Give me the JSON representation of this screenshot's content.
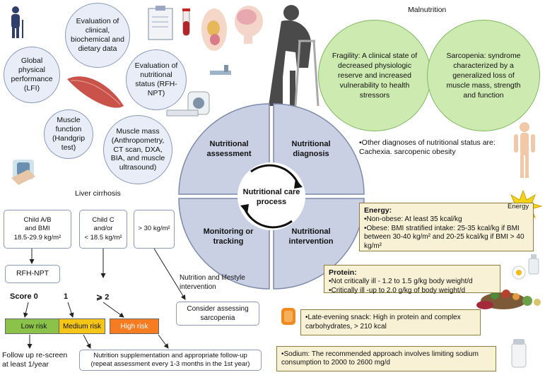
{
  "assessment_bubbles": {
    "evaluation_clinical": "Evaluation of clinical, biochemical and dietary data",
    "global_physical": "Global physical performance (LFI)",
    "evaluation_nutritional": "Evaluation of nutritional status (RFH-NPT)",
    "muscle_function": "Muscle function (Handgrip test)",
    "muscle_mass": "Muscle mass (Anthropometry, CT scan, DXA, BIA, and muscle ultrasound)"
  },
  "malnutrition": {
    "title": "Malnutrition",
    "fragility": "Fragility: A clinical state of decreased physiologic reserve and increased vulnerability to health stressors",
    "sarcopenia": "Sarcopenia: syndrome characterized by a generalized loss of muscle mass, strength and function",
    "other_diagnoses": "•Other diagnoses of nutritional status are: Cachexia. sarcopenic obesity"
  },
  "quadrants": {
    "assessment": "Nutritional assessment",
    "diagnosis": "Nutritional diagnosis",
    "monitoring": "Monitoring or tracking",
    "intervention": "Nutritional intervention",
    "center": "Nutritional care process"
  },
  "cirrhosis": {
    "title": "Liver cirrhosis",
    "box_ab_line1": "Child A/B",
    "box_ab_line2": "and BMI",
    "box_ab_line3": "18.5-29.9 kg/m²",
    "box_c_line1": "Child C",
    "box_c_line2": "and/or",
    "box_c_line3": "< 18.5 kg/m²",
    "box_30": "> 30 kg/m²",
    "rfh": "RFH-NPT",
    "score0": "Score 0",
    "score1": "1",
    "score2": "⩾ 2",
    "low": "Low risk",
    "medium": "Medium risk",
    "high": "High risk",
    "follow_line1": "Follow up re-screen",
    "follow_line2": "at least 1/year",
    "supplement_line1": "Nutrition supplementation and appropriate follow-up",
    "supplement_line2": "(repeat assessment every 1-3 months in the 1st year)",
    "lifestyle": "Nutrition and lifestyle intervention",
    "consider": "Consider assessing sarcopenia"
  },
  "energy": {
    "badge": "Energy",
    "title": "Energy:",
    "line1": "•Non-obese: At least 35 kcal/kg",
    "line2": "•Obese: BMI stratified intake: 25-35 kcal/kg if BMI between 30-40 kg/m² and 20-25 kcal/kg if BMI > 40 kg/m²"
  },
  "protein": {
    "title": "Protein:",
    "line1": "•Not critically ill - 1.2 to 1.5 g/kg body weight/d",
    "line2": "•Critically ill -up to 2.0 g/kg of body weight/d"
  },
  "snack": "•Late-evening snack: High in protein and complex carbohydrates, > 210 kcal",
  "sodium": "•Sodium: The recommended approach involves limiting sodium consumption to 2000 to 2600 mg/d",
  "colors": {
    "low": "#8bc34a",
    "medium": "#f5c518",
    "high": "#f57c20",
    "quadrant": "#c9d0e4",
    "green_circle": "#cdeab0",
    "yellow_box": "#f8f1d6"
  }
}
